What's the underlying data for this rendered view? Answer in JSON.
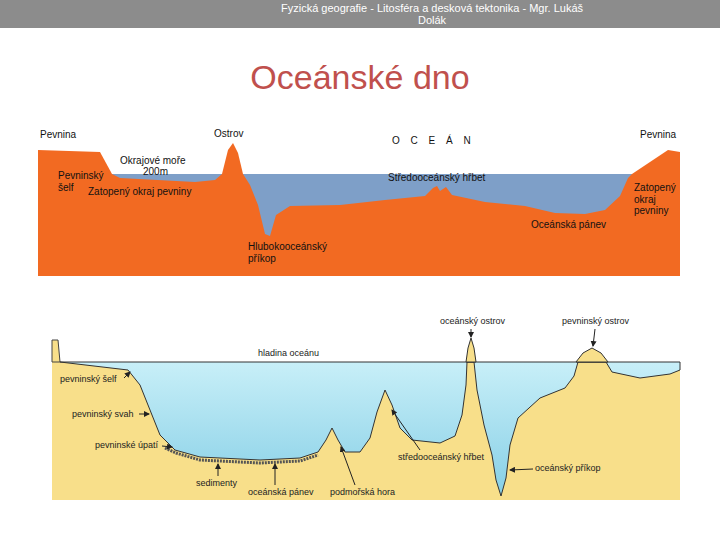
{
  "diagram": {
    "title": "Oceánské dno",
    "labels": [
      "Fyzická geografie - Litosféra a desková tektonika - Mgr. Lukáš Dolák",
      "Pevnina",
      "Ostrov",
      "O C E Á N",
      "Pevnina",
      "Okrajové moře",
      "200m",
      "Pevninský šelf",
      "Zatopený okraj pevniny",
      "Středooceánský hřbet",
      "Hlubokooceánský příkop",
      "Oceánská pánev",
      "Zatopený okraj pevniny",
      "oceánský ostrov",
      "pevninský ostrov",
      "hladina oceánu",
      "pevninský šelf",
      "pevninský svah",
      "pevninské úpatí",
      "středooceánský hřbet",
      "oceánský příkop",
      "sedimenty",
      "oceánská pánev",
      "podmořská hora"
    ]
  }
}
